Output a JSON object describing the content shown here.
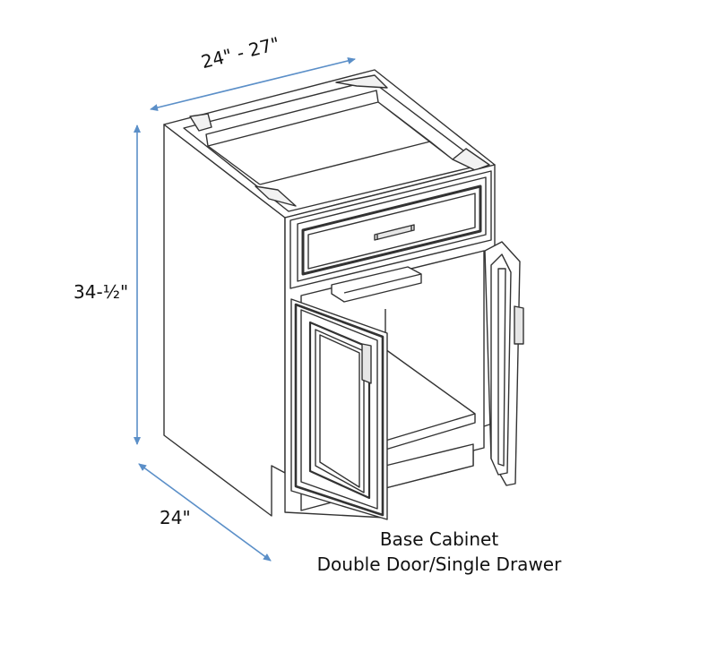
{
  "dimensions": {
    "width_label": "24\" - 27\"",
    "height_label": "34-½\"",
    "depth_label": "24\""
  },
  "caption": {
    "line1": "Base Cabinet",
    "line2": "Double Door/Single Drawer"
  },
  "colors": {
    "dimension_arrow": "#5b8fc8",
    "line_art": "#333333",
    "background": "#ffffff"
  }
}
